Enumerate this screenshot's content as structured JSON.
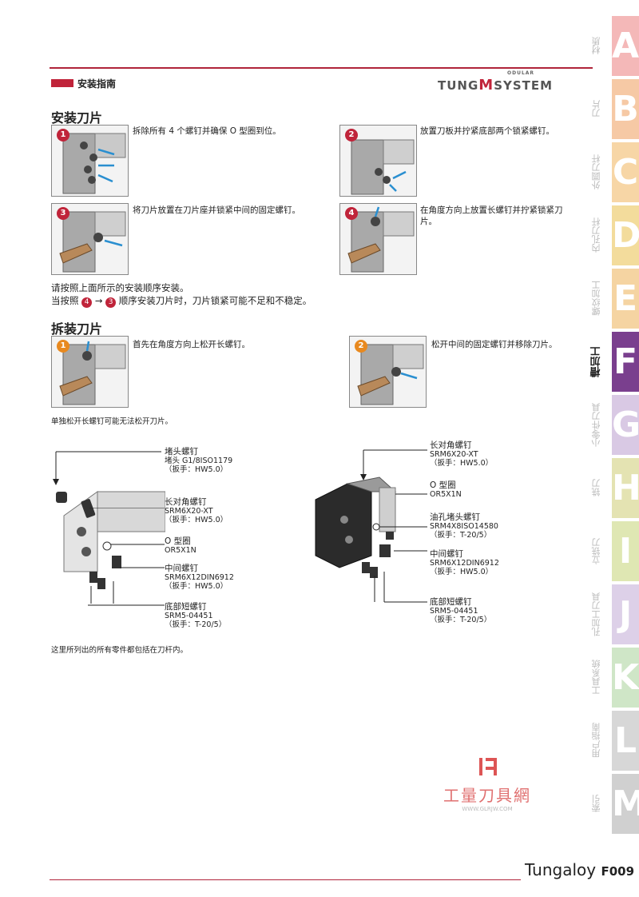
{
  "header": {
    "section_title": "安装指南",
    "logo_left": "TUNG",
    "logo_m": "M",
    "logo_right": "SYSTEM",
    "logo_super": "ODULAR"
  },
  "install": {
    "title": "安装刀片",
    "steps": [
      {
        "num": "1",
        "text": "拆除所有 4 个螺钉并确保 O 型圈到位。"
      },
      {
        "num": "2",
        "text": "放置刀板并拧紧底部两个锁紧螺钉。"
      },
      {
        "num": "3",
        "text": "将刀片放置在刀片座并锁紧中间的固定螺钉。"
      },
      {
        "num": "4",
        "text": "在角度方向上放置长螺钉并拧紧锁紧刀片。"
      }
    ],
    "note1": "请按照上面所示的安装顺序安装。",
    "note2_pre": "当按照",
    "note2_a": "4",
    "note2_arrow": "→",
    "note2_b": "3",
    "note2_post": "顺序安装刀片时，刀片锁紧可能不足和不稳定。"
  },
  "remove": {
    "title": "拆装刀片",
    "steps": [
      {
        "num": "1",
        "text": "首先在角度方向上松开长螺钉。"
      },
      {
        "num": "2",
        "text": "松开中间的固定螺钉并移除刀片。"
      }
    ],
    "note": "单独松开长螺钉可能无法松开刀片。"
  },
  "parts_left": [
    {
      "name": "堵头螺钉",
      "code": "堵头 G1/8ISO1179",
      "tool": "（扳手：HW5.0）"
    },
    {
      "name": "长对角螺钉",
      "code": "SRM6X20-XT",
      "tool": "（扳手：HW5.0）"
    },
    {
      "name": "O 型圈",
      "code": "OR5X1N",
      "tool": ""
    },
    {
      "name": "中间螺钉",
      "code": "SRM6X12DIN6912",
      "tool": "（扳手：HW5.0）"
    },
    {
      "name": "底部短螺钉",
      "code": "SRM5-04451",
      "tool": "（扳手：T-20/5）"
    }
  ],
  "parts_right": [
    {
      "name": "长对角螺钉",
      "code": "SRM6X20-XT",
      "tool": "（扳手：HW5.0）"
    },
    {
      "name": "O 型圈",
      "code": "OR5X1N",
      "tool": ""
    },
    {
      "name": "油孔堵头螺钉",
      "code": "SRM4X8ISO14580",
      "tool": "（扳手：T-20/5）"
    },
    {
      "name": "中间螺钉",
      "code": "SRM6X12DIN6912",
      "tool": "（扳手：HW5.0）"
    },
    {
      "name": "底部短螺钉",
      "code": "SRM5-04451",
      "tool": "（扳手：T-20/5）"
    }
  ],
  "parts_note": "这里所列出的所有零件都包括在刀杆内。",
  "footer": {
    "brand": "Tungaloy",
    "page": "F009"
  },
  "watermark": {
    "name": "工量刀具網",
    "url": "WWW.GLRJW.COM"
  },
  "side_tabs": [
    {
      "letter": "A",
      "label": "材质",
      "color": "#f4b8b8"
    },
    {
      "letter": "B",
      "label": "刀片",
      "color": "#f6c9a5"
    },
    {
      "letter": "C",
      "label": "外圆刀杆",
      "color": "#f7d6a6"
    },
    {
      "letter": "D",
      "label": "内孔刀杆",
      "color": "#f3dc9c"
    },
    {
      "letter": "E",
      "label": "螺纹加工",
      "color": "#f5d4a2"
    },
    {
      "letter": "F",
      "label": "槽加工",
      "color": "#7a3f8e",
      "active": true
    },
    {
      "letter": "G",
      "label": "小零件刀具",
      "color": "#d9c9e4"
    },
    {
      "letter": "H",
      "label": "铣刀",
      "color": "#e4e3b2"
    },
    {
      "letter": "I",
      "label": "立铣刀",
      "color": "#dfe7b3"
    },
    {
      "letter": "J",
      "label": "孔加工刀具",
      "color": "#ddd0e8"
    },
    {
      "letter": "K",
      "label": "工具系统",
      "color": "#cfe6c7"
    },
    {
      "letter": "L",
      "label": "用户指南",
      "color": "#d7d7d7"
    },
    {
      "letter": "M",
      "label": "索引",
      "color": "#d0d0d0"
    }
  ]
}
